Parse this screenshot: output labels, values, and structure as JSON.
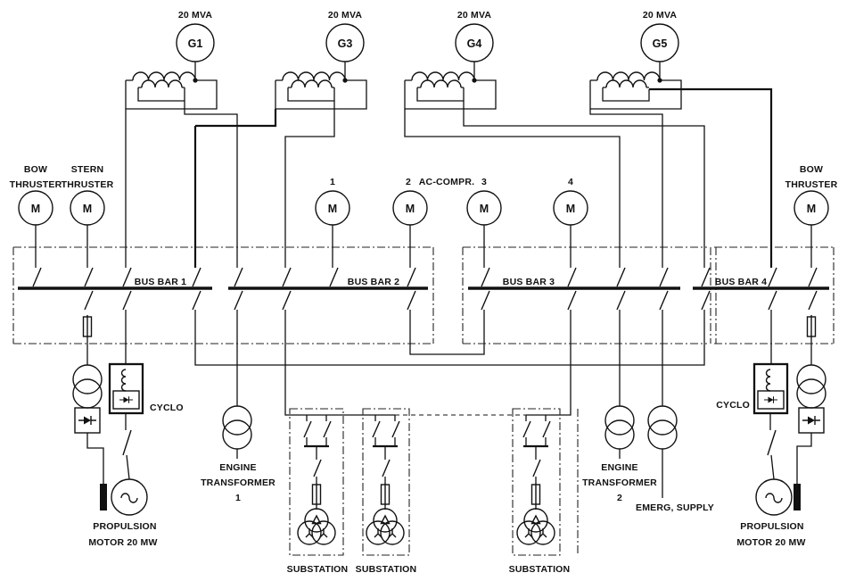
{
  "generators": [
    {
      "name": "G1",
      "rating": "20 MVA"
    },
    {
      "name": "G3",
      "rating": "20 MVA"
    },
    {
      "name": "G4",
      "rating": "20 MVA"
    },
    {
      "name": "G5",
      "rating": "20 MVA"
    }
  ],
  "bus_bars": [
    {
      "label": "BUS BAR 1"
    },
    {
      "label": "BUS BAR 2"
    },
    {
      "label": "BUS BAR 3"
    },
    {
      "label": "BUS BAR 4"
    }
  ],
  "motor_symbol": "M",
  "thrusters": {
    "left_bow": {
      "line1": "BOW",
      "line2": "THRUSTER"
    },
    "left_stern": {
      "line1": "STERN",
      "line2": "THRUSTER"
    },
    "right_bow": {
      "line1": "BOW",
      "line2": "THRUSTER"
    }
  },
  "compressor_motors": {
    "ids": [
      "1",
      "2",
      "3",
      "4"
    ],
    "group_label": "AC-COMPR."
  },
  "converters": {
    "cyclo_label": "CYCLO"
  },
  "transformers": {
    "engine1": {
      "line1": "ENGINE",
      "line2": "TRANSFORMER",
      "line3": "1"
    },
    "engine2": {
      "line1": "ENGINE",
      "line2": "TRANSFORMER",
      "line3": "2"
    }
  },
  "emergency": {
    "label": "EMERG, SUPPLY"
  },
  "propulsion": {
    "line1": "PROPULSION",
    "line2": "MOTOR 20 MW"
  },
  "substations": {
    "label": "SUBSTATION"
  }
}
